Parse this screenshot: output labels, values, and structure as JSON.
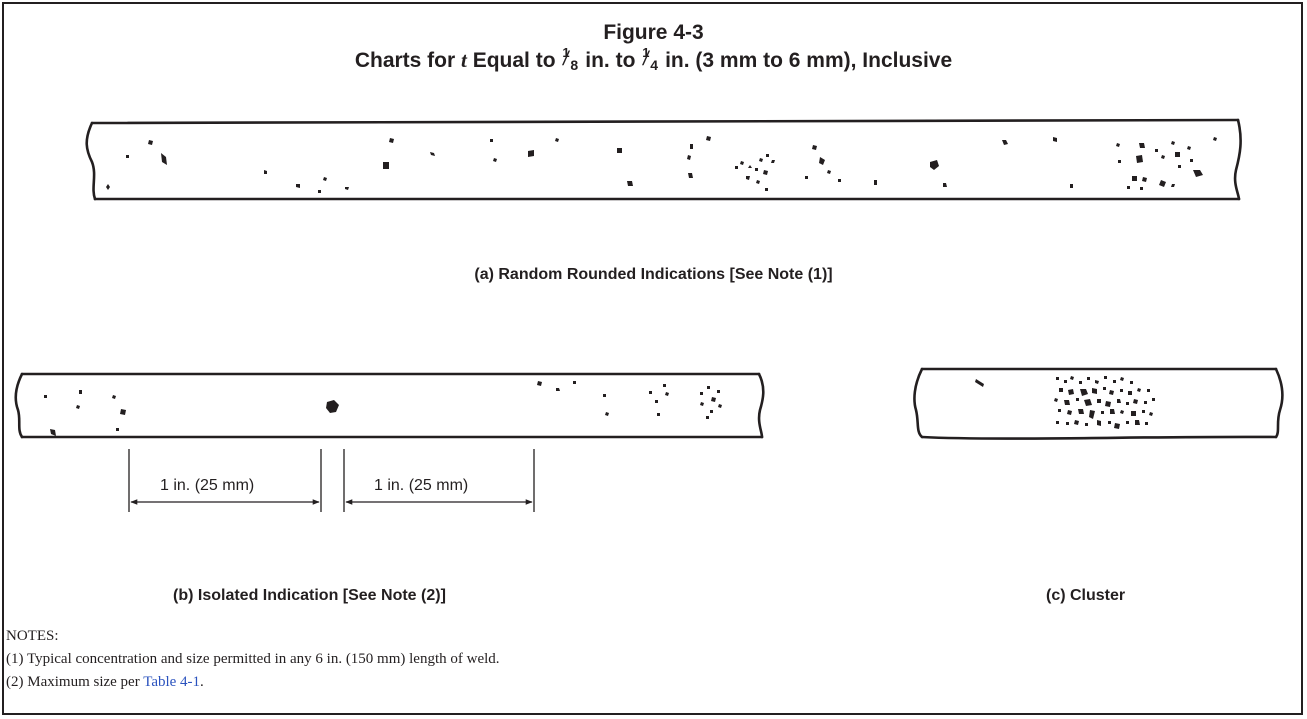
{
  "figure": {
    "number": "Figure 4-3",
    "title_prefix": "Charts for",
    "title_var": "t",
    "title_middle_1": "Equal to",
    "frac1_num": "1",
    "frac1_den": "8",
    "title_middle_2": "in. to",
    "frac2_num": "1",
    "frac2_den": "4",
    "title_suffix": "in. (3 mm to 6 mm), Inclusive"
  },
  "panels": {
    "a_caption": "(a) Random Rounded Indications [See Note (1)]",
    "b_caption": "(b) Isolated Indication [See Note (2)]",
    "c_caption": "(c) Cluster"
  },
  "dimensions": {
    "left_label": "1 in. (25 mm)",
    "right_label": "1 in. (25 mm)"
  },
  "notes": {
    "heading": "NOTES:",
    "note1": "(1) Typical concentration and size permitted in any 6 in. (150 mm) length of weld.",
    "note2_prefix": "(2) Maximum size per ",
    "note2_link": "Table 4-1",
    "note2_suffix": "."
  },
  "colors": {
    "ink": "#231f20",
    "link": "#2a52be"
  }
}
